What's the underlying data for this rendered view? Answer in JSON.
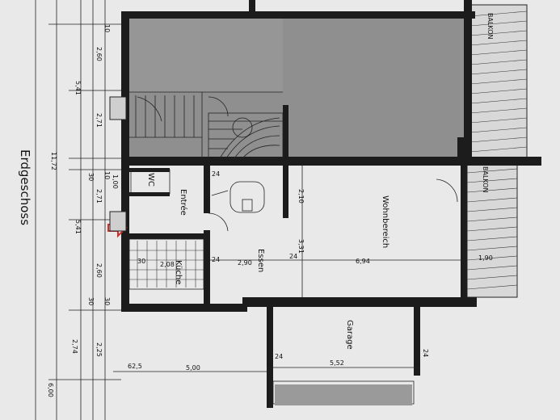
{
  "title": "Erdgeschoss",
  "rooms": {
    "wohnbereich": "Wohnbereich",
    "essen": "Essen",
    "entree": "Entrée",
    "kueche": "Küche",
    "wc": "WC",
    "garage": "Garage",
    "balkon_top": "BALKON",
    "balkon_bottom": "BALKON"
  },
  "dimensions": {
    "d_11_72": "11,72",
    "d_5_41_a": "5,41",
    "d_5_41_b": "5,41",
    "d_2_71_a": "2,71",
    "d_2_71_b": "2,71",
    "d_2_60_a": "2,60",
    "d_2_60_b": "2,60",
    "d_2_74": "2,74",
    "d_2_25": "2,25",
    "d_6_00": "6,00",
    "d_5_00": "5,00",
    "d_5_52": "5,52",
    "d_2_90": "2,90",
    "d_6_94": "6,94",
    "d_2_10": "2,10",
    "d_3_31": "3,31",
    "d_1_90": "1,90",
    "d_2_08": "2,08",
    "d_24_a": "24",
    "d_24_b": "24",
    "d_24_c": "24",
    "d_24_d": "24",
    "d_24_e": "24",
    "d_30_a": "30",
    "d_30_b": "30",
    "d_30_c": "30",
    "d_30_d": "30",
    "d_62_5": "62,5",
    "d_1_00": "1,00",
    "d_10_a": "10",
    "d_10_b": "10"
  },
  "colors": {
    "paper": "#e9e9e9",
    "wall": "#1c1c1c",
    "shaded_room": "#8f8f8f",
    "marker": "#d0312d"
  }
}
